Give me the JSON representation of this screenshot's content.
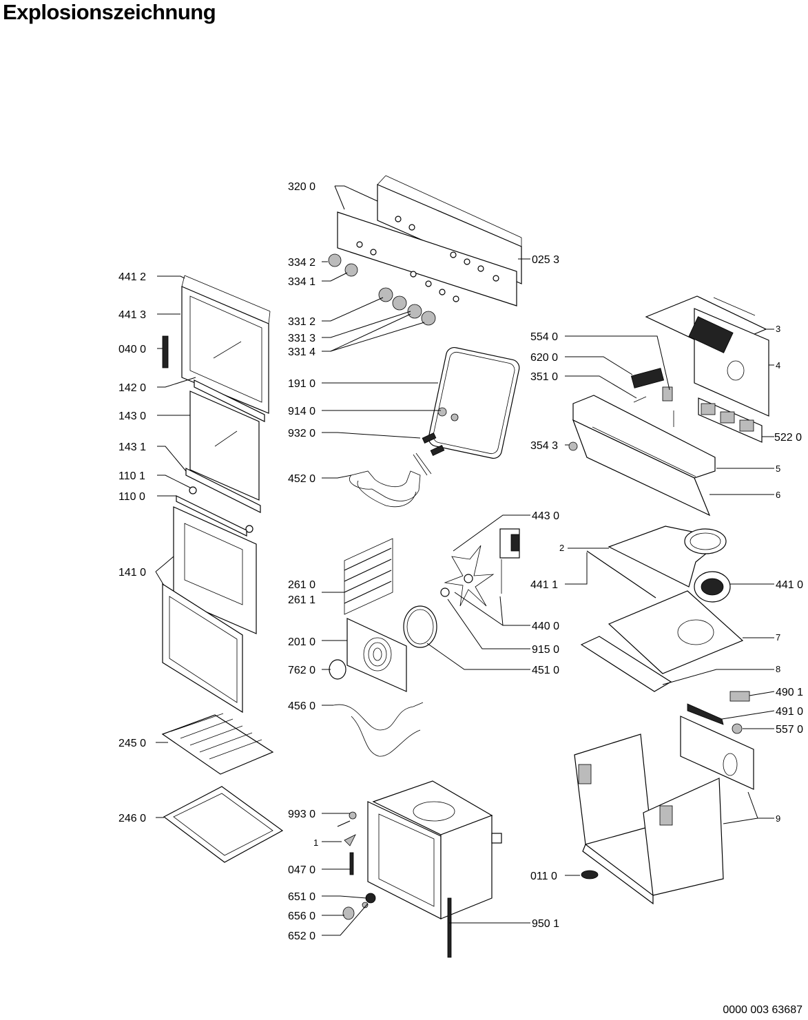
{
  "title": "Explosionszeichnung",
  "document_number": "0000 003 63687",
  "callouts": {
    "p3200": "320 0",
    "p0253": "025 3",
    "p3342": "334 2",
    "p3341": "334 1",
    "p4412": "441 2",
    "p4413": "441 3",
    "p0400": "040 0",
    "p1420": "142 0",
    "p1430": "143 0",
    "p1431": "143 1",
    "p1101": "110 1",
    "p1100": "110 0",
    "p1410": "141 0",
    "p2450": "245 0",
    "p2460": "246 0",
    "p3312": "331 2",
    "p3313": "331 3",
    "p3314": "331 4",
    "p1910": "191 0",
    "p9140": "914 0",
    "p9320": "932 0",
    "p4520": "452 0",
    "p2610": "261 0",
    "p2611": "261 1",
    "p2010": "201 0",
    "p7620": "762 0",
    "p4560": "456 0",
    "p9930": "993 0",
    "p1": "1",
    "p0470": "047 0",
    "p6510": "651 0",
    "p6560": "656 0",
    "p6520": "652 0",
    "p5540": "554 0",
    "p6200": "620 0",
    "p3510": "351 0",
    "p3543": "354 3",
    "p4430": "443 0",
    "p4400": "440 0",
    "p9150": "915 0",
    "p4510": "451 0",
    "p4411": "441 1",
    "p2": "2",
    "p9501": "950 1",
    "p0110": "011 0",
    "p3": "3",
    "p4": "4",
    "p5220": "522 0",
    "p5": "5",
    "p6": "6",
    "p4410": "441 0",
    "p7": "7",
    "p8": "8",
    "p4901": "490 1",
    "p4910": "491 0",
    "p5570": "557 0",
    "p9": "9"
  }
}
